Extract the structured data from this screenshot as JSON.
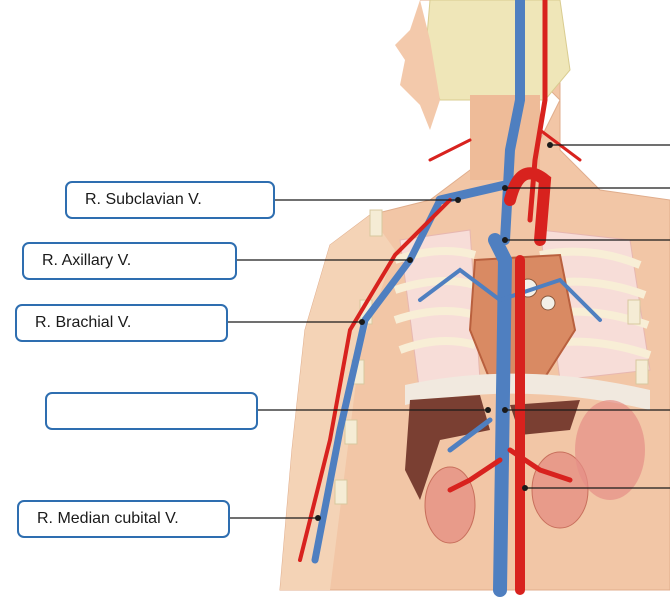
{
  "labels": [
    {
      "id": "subclavian",
      "text": "R. Subclavian V."
    },
    {
      "id": "axillary",
      "text": "R. Axillary V."
    },
    {
      "id": "brachial",
      "text": "R. Brachial V."
    },
    {
      "id": "blank",
      "text": ""
    },
    {
      "id": "median-cubital",
      "text": "R. Median cubital V."
    }
  ],
  "colors": {
    "vein": "#4f7fc0",
    "artery": "#d8221e",
    "skin": "#f2c6a6",
    "label_border": "#2e6eb0"
  }
}
